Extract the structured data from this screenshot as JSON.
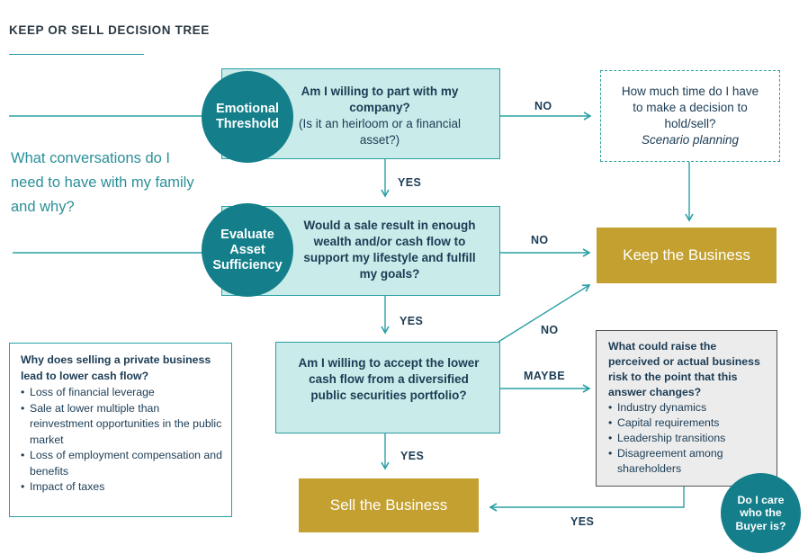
{
  "title": "KEEP OR SELL DECISION TREE",
  "side_question": "What conversations do I need to have with my family and why?",
  "step1": {
    "circle": "Emotional Threshold",
    "question": "Am I willing to part with my company?",
    "sub": "(Is it an heirloom or a financial asset?)"
  },
  "step2": {
    "circle": "Evaluate Asset Sufficiency",
    "question": "Would a sale result in enough wealth and/or cash flow to support my lifestyle and fulfill my goals?"
  },
  "step3": {
    "question": "Am I willing to accept the lower cash flow from a diversified public securities portfolio?"
  },
  "scenario": {
    "question": "How much time do I have to make a decision to hold/sell?",
    "emphasis": "Scenario planning"
  },
  "keep": "Keep the Business",
  "sell": "Sell the Business",
  "labels": {
    "no1": "NO",
    "yes1": "YES",
    "no2": "NO",
    "yes2": "YES",
    "no3": "NO",
    "maybe": "MAYBE",
    "yes3": "YES",
    "yes4": "YES"
  },
  "info": {
    "heading": "Why does selling a private business lead to lower cash flow?",
    "items": [
      "Loss of financial leverage",
      "Sale at lower multiple than reinvestment opportunities in the public market",
      "Loss of employment compensation and benefits",
      "Impact of taxes"
    ]
  },
  "risk": {
    "heading": "What could raise the perceived or actual business risk to the point that this answer changes?",
    "items": [
      "Industry dynamics",
      "Capital requirements",
      "Leadership transitions",
      "Disagreement among shareholders"
    ]
  },
  "buyer": "Do I care who the Buyer is?",
  "colors": {
    "teal_dark": "#147f8a",
    "teal_light": "#c9ebe9",
    "teal_line": "#2aa0a4",
    "gold": "#c3a02f",
    "navy_text": "#1b3c55"
  }
}
